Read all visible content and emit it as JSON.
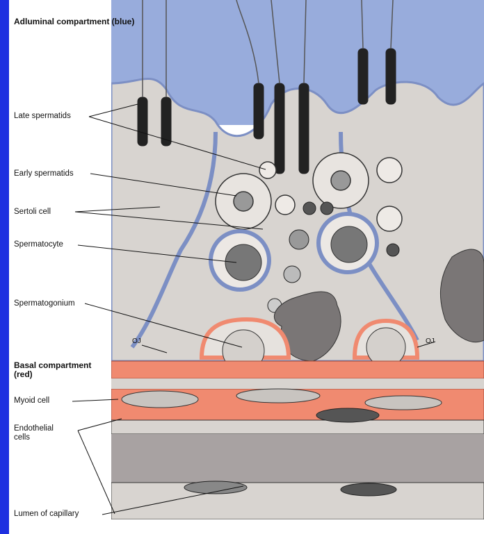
{
  "labels": {
    "adluminal": "Adluminal compartment (blue)",
    "late_spermatids": "Late spermatids",
    "early_spermatids": "Early spermatids",
    "sertoli": "Sertoli cell",
    "spermatocyte": "Spermatocyte",
    "spermatogonium": "Spermatogonium",
    "basal": "Basal compartment (red)",
    "myoid": "Myoid cell",
    "endothelial": "Endothelial cells",
    "lumen": "Lumen of capillary",
    "oj_left": "OJ",
    "oj_right": "OJ"
  },
  "colors": {
    "background": "#1e2fe0",
    "adluminal": "#98acdc",
    "sertoli": "#d8d4d0",
    "basal_membrane": "#f08a70",
    "capillary": "#a8a2a2"
  }
}
